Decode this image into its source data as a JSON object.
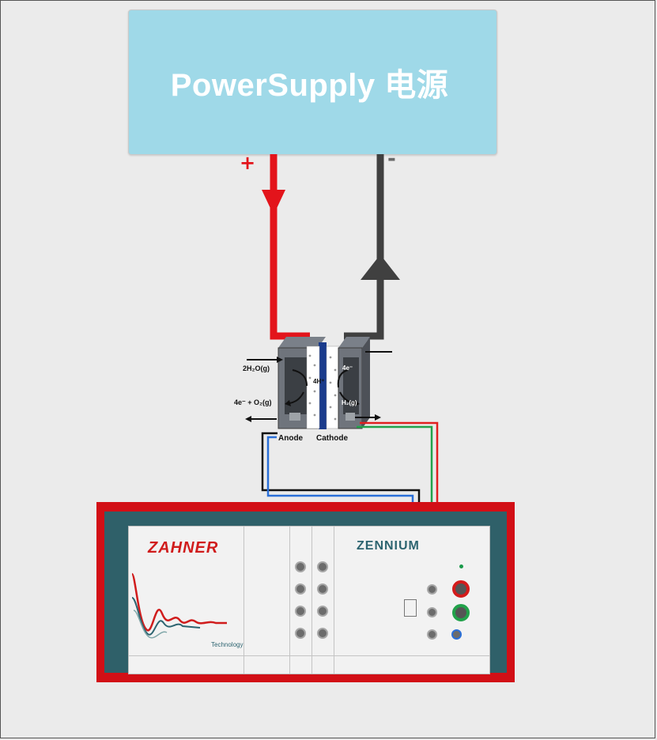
{
  "power_supply": {
    "label": "PowerSupply  电源",
    "plus": "+",
    "minus": "-"
  },
  "cell": {
    "anode_in": "2H₂O(g)",
    "anode_out": "4e⁻ + O₂(g)",
    "membrane": "4H⁺",
    "cathode_in": "4e⁻",
    "cathode_out": "H₂(g)",
    "anode_label": "Anode",
    "cathode_label": "Cathode"
  },
  "instrument": {
    "brand": "ZAHNER",
    "model": "ZENNIUM",
    "tagline": "Technology"
  },
  "colors": {
    "positive_wire": "#e3141b",
    "negative_wire": "#404040",
    "psu_fill": "#9fd9e8",
    "frame_red": "#d20f16",
    "frame_teal": "#2f6069",
    "sense_red": "#e02020",
    "sense_green": "#22a24a",
    "sense_blue": "#2a6fd8",
    "sense_black": "#111111"
  }
}
